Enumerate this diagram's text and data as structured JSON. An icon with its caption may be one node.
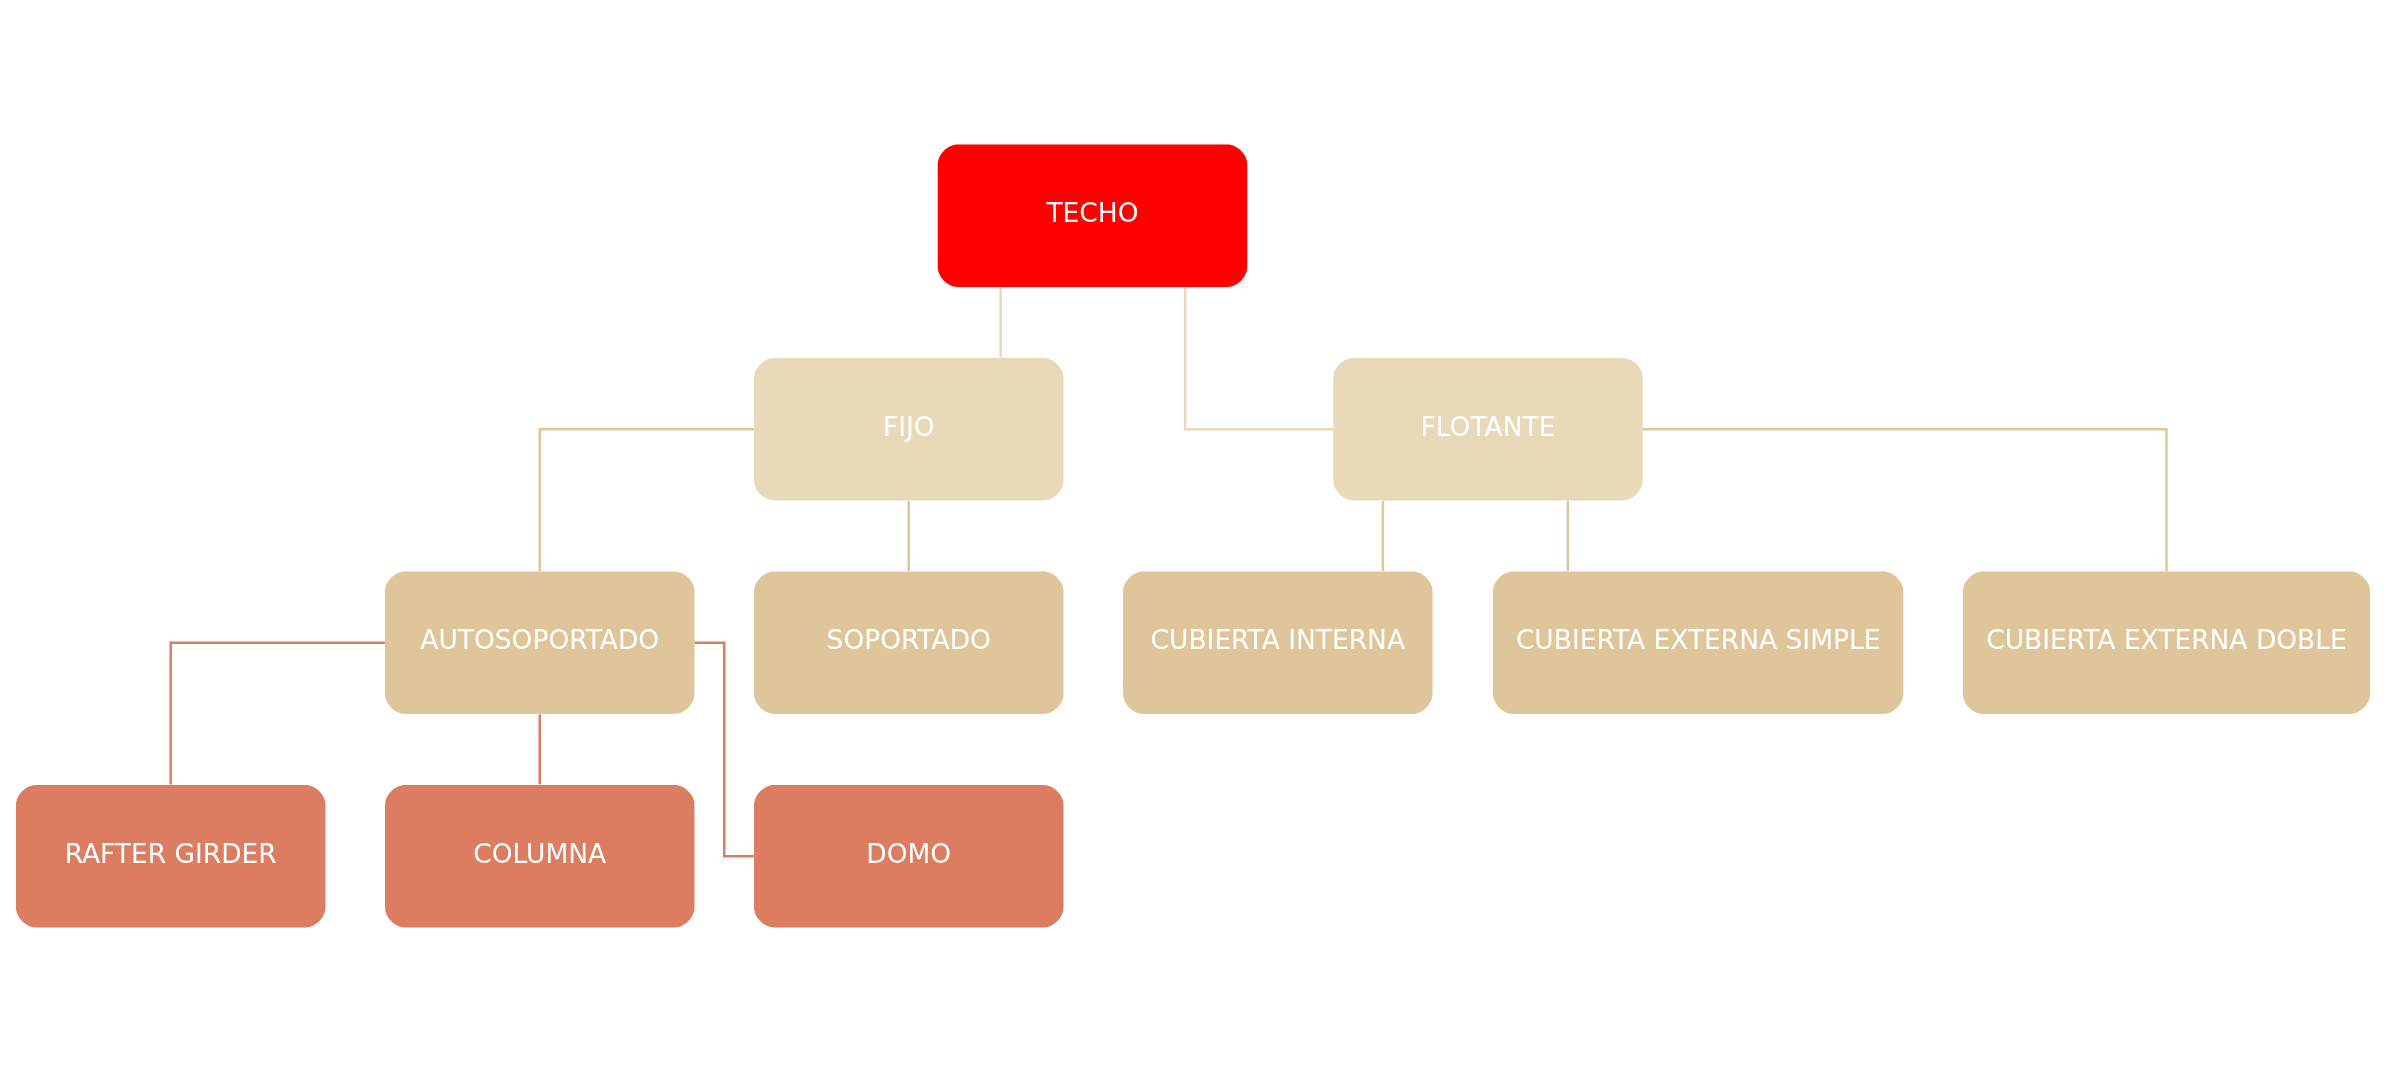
{
  "diagram": {
    "nodes": [
      {
        "text": [
          "TECHO"
        ]
      },
      {
        "text": [
          "FIJO"
        ]
      },
      {
        "text": [
          "FLOTANTE"
        ]
      },
      {
        "text": [
          "AUTOSOPORTADO"
        ]
      },
      {
        "text": [
          "SOPORTADO"
        ]
      },
      {
        "text": [
          "CUBIERTA INTERNA"
        ]
      },
      {
        "text": [
          "CUBIERTA EXTERNA SIMPLE"
        ]
      },
      {
        "text": [
          "CUBIERTA EXTERNA DOBLE"
        ]
      },
      {
        "text": [
          "RAFTER GIRDER"
        ]
      },
      {
        "text": [
          "COLUMNA"
        ]
      },
      {
        "text": [
          "DOMO"
        ]
      }
    ],
    "edges": [
      {
        "from": 0,
        "to": 1,
        "arrow": "none",
        "color": "#e8d9b9"
      },
      {
        "from": 0,
        "to": 2,
        "arrow": "none",
        "color": "#e8d9b9"
      },
      {
        "from": 1,
        "to": 3,
        "arrow": "none"
      },
      {
        "from": 1,
        "to": 4,
        "arrow": "none"
      },
      {
        "from": 2,
        "to": 5,
        "arrow": "none"
      },
      {
        "from": 2,
        "to": 6,
        "arrow": "none"
      },
      {
        "from": 2,
        "to": 7,
        "arrow": "none"
      },
      {
        "from": 3,
        "to": 8,
        "arrow": "none",
        "color": "#dc7c60"
      },
      {
        "from": 3,
        "to": 9,
        "arrow": "none",
        "color": "#dc7c60"
      },
      {
        "from": 3,
        "to": 10,
        "arrow": "none",
        "color": "#dc7c60"
      }
    ]
  }
}
